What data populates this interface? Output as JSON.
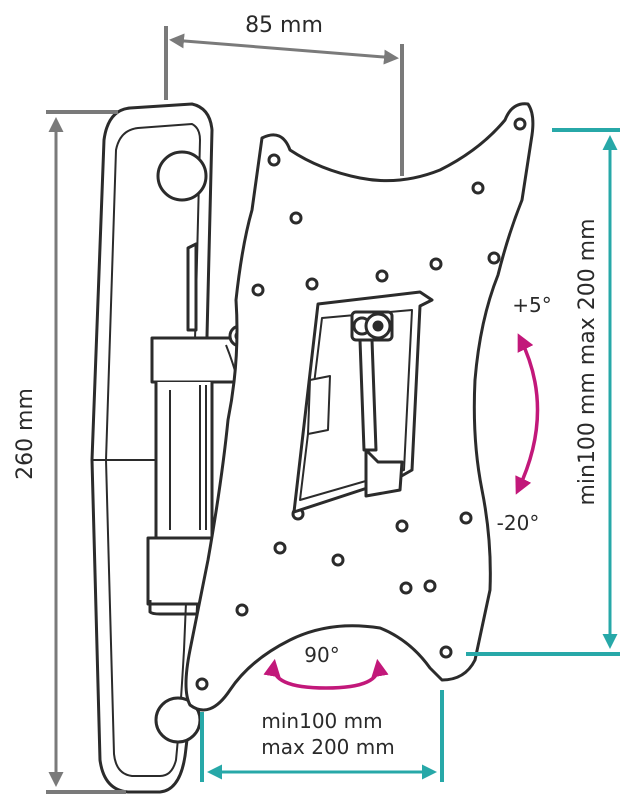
{
  "dimensions": {
    "depth": "85 mm",
    "height": "260 mm",
    "vesa_vertical": "min100 mm max 200 mm",
    "vesa_horizontal_line1": "min100 mm",
    "vesa_horizontal_line2": "max 200 mm"
  },
  "tilt": {
    "up": "+5°",
    "down": "-20°"
  },
  "swivel": {
    "angle": "90°"
  },
  "colors": {
    "dimension_grey": "#7a7a7a",
    "dimension_teal": "#27a8a8",
    "rotation_magenta": "#c2187a",
    "outline": "#2b2b2b"
  }
}
